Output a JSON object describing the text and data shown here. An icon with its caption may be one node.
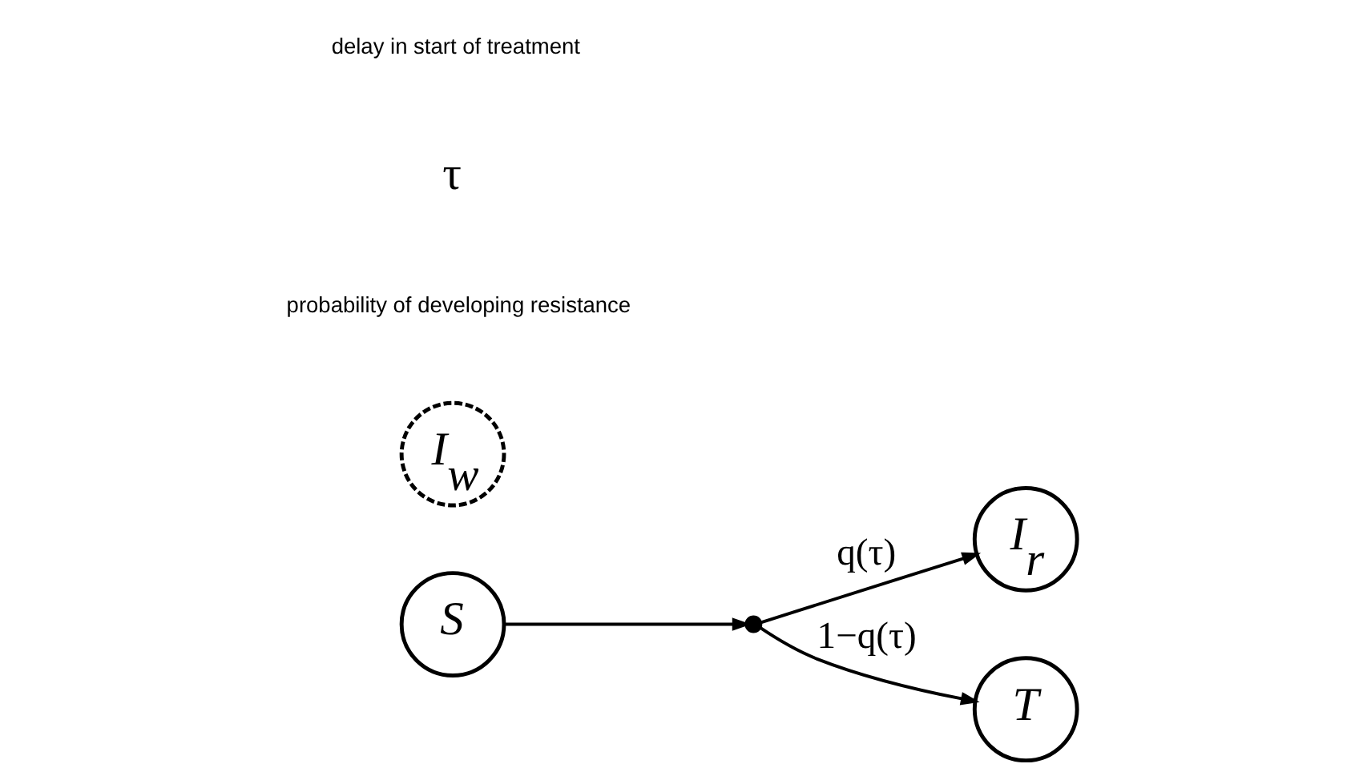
{
  "diagram": {
    "nodes": [
      {
        "text": [
          "S"
        ]
      },
      {
        "text": [
          "I$_{r}$"
        ]
      },
      {
        "text": [
          "I$_{w}$"
        ]
      },
      {
        "text": [
          "T"
        ]
      },
      {
        "text": [],
        "shape": "dot"
      }
    ],
    "edges": [
      {
        "from": 0,
        "to": 4,
        "arrow": "to"
      },
      {
        "from": 4,
        "to": 1,
        "arrow": "to",
        "label": "q(τ)"
      },
      {
        "from": 4,
        "to": 3,
        "arrow": "to",
        "label": "1−q(τ)"
      }
    ],
    "labels": [
      "probability of developing resistance",
      "τ",
      "delay in start of treatment"
    ]
  }
}
